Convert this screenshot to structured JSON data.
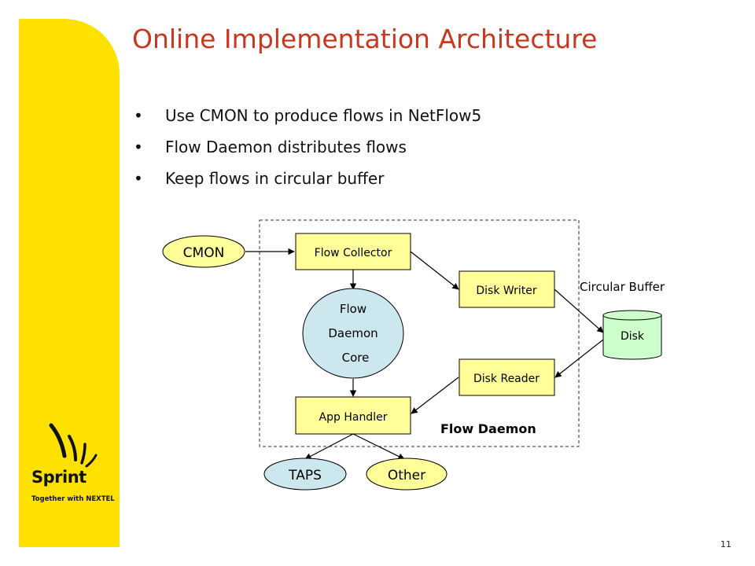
{
  "slide": {
    "title": "Online Implementation Architecture",
    "bullets": [
      "Use CMON to produce flows in NetFlow5",
      "Flow Daemon distributes flows",
      "Keep flows in circular buffer"
    ],
    "page_number": "11",
    "bullet_glyph": "•"
  },
  "diagram": {
    "nodes": {
      "cmon": "CMON",
      "flow_collector": "Flow Collector",
      "disk_writer": "Disk Writer",
      "flow_daemon_core": [
        "Flow",
        "Daemon",
        "Core"
      ],
      "disk_reader": "Disk Reader",
      "app_handler": "App Handler",
      "disk": "Disk",
      "taps": "TAPS",
      "other": "Other"
    },
    "labels": {
      "circular_buffer": "Circular Buffer",
      "flow_daemon": "Flow Daemon"
    },
    "edges": [
      [
        "cmon",
        "flow_collector"
      ],
      [
        "flow_collector",
        "disk_writer"
      ],
      [
        "flow_collector",
        "flow_daemon_core"
      ],
      [
        "disk_writer",
        "disk"
      ],
      [
        "disk",
        "disk_reader"
      ],
      [
        "disk_reader",
        "app_handler"
      ],
      [
        "flow_daemon_core",
        "app_handler"
      ],
      [
        "app_handler",
        "taps"
      ],
      [
        "app_handler",
        "other"
      ]
    ],
    "colors": {
      "box_fill": "#ffff99",
      "core_fill": "#cce8ee",
      "cmon_fill": "#ffff99",
      "taps_fill": "#cce8ee",
      "other_fill": "#ffff99",
      "disk_fill": "#ccffcc"
    }
  },
  "branding": {
    "logo": "sprint-logo-icon",
    "company": "Sprint",
    "tagline": "Together with NEXTEL",
    "accent_color": "#ffe100",
    "title_color": "#c8381e"
  }
}
